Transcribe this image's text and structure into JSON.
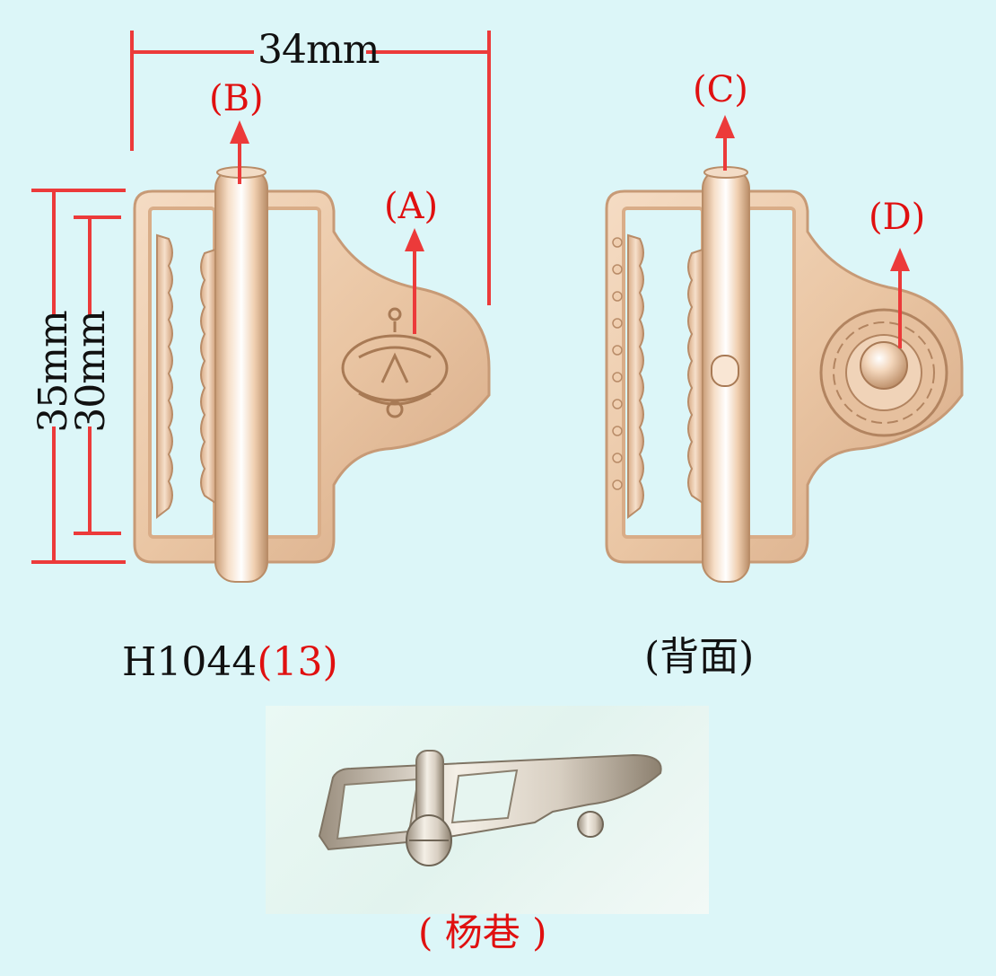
{
  "dimensions": {
    "width_label": "34mm",
    "height_outer_label": "35mm",
    "height_inner_label": "30mm"
  },
  "callouts": {
    "a": "(A)",
    "b": "(B)",
    "c": "(C)",
    "d": "(D)"
  },
  "captions": {
    "model_prefix": "H1044",
    "model_suffix": "(13)",
    "back_view": "(背面)",
    "side_view": "( 杨巷 )"
  },
  "colors": {
    "background": "#dcf6f8",
    "accent_red": "#e01010",
    "metal_gold": "#e9c7a5"
  },
  "icons": {
    "front_emblem": "crown-emblem-icon",
    "back_rivet": "flower-rivet-icon"
  }
}
